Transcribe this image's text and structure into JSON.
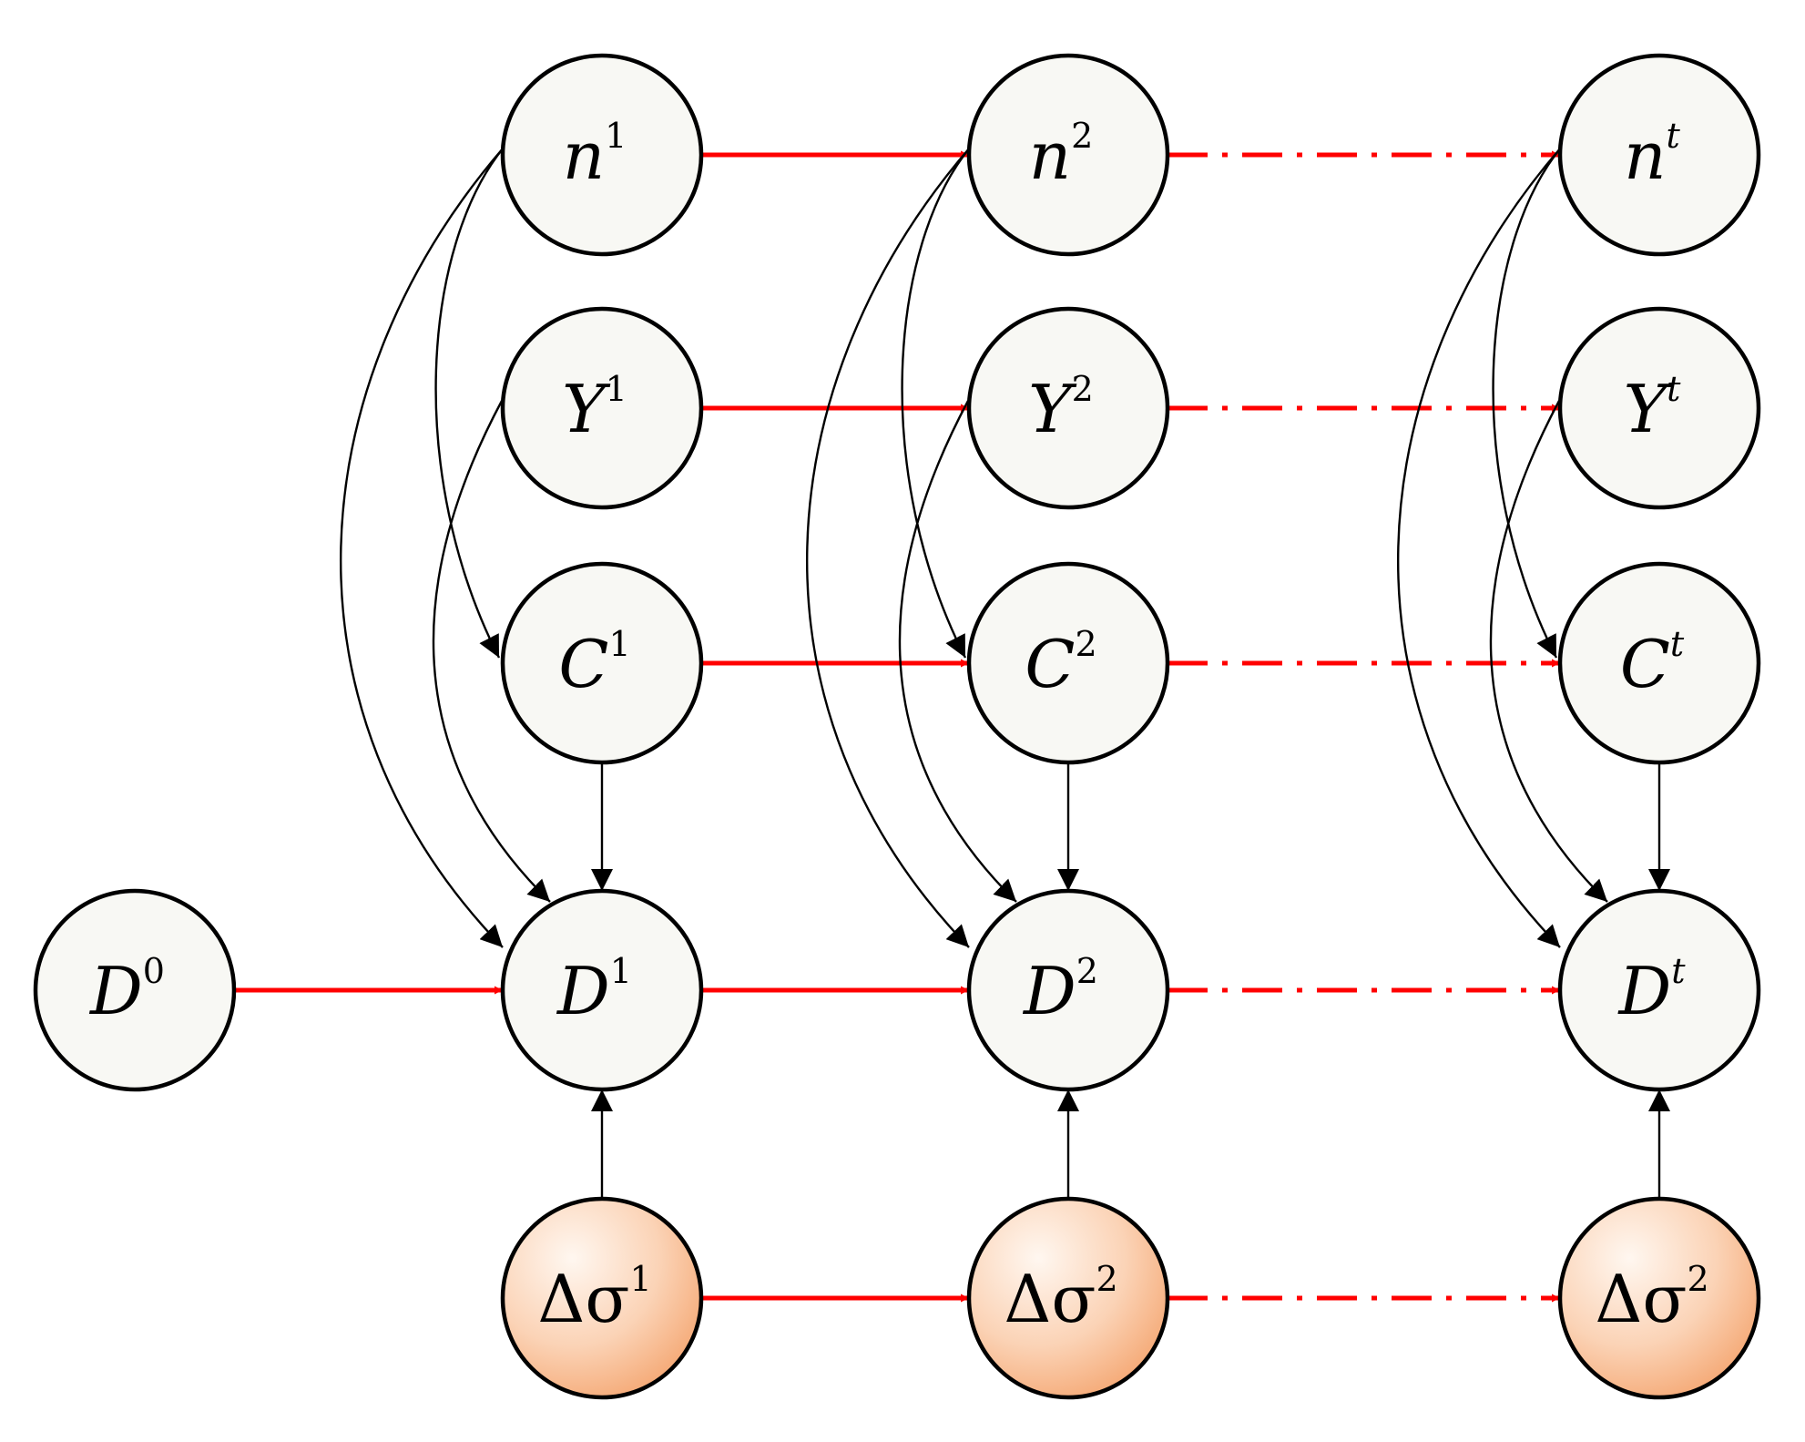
{
  "colors": {
    "node_fill": "#f8f8f4",
    "sigma_fill_light": "#fff7f0",
    "sigma_fill_dark": "#f4a46e",
    "node_stroke": "#000000",
    "temporal_edge": "#ff0000",
    "dependency_edge": "#000000"
  },
  "nodes": [
    {
      "id": "n1",
      "base": "n",
      "sup": "1"
    },
    {
      "id": "n2",
      "base": "n",
      "sup": "2"
    },
    {
      "id": "nt",
      "base": "n",
      "sup": "t"
    },
    {
      "id": "Y1",
      "base": "Y",
      "sup": "1"
    },
    {
      "id": "Y2",
      "base": "Y",
      "sup": "2"
    },
    {
      "id": "Yt",
      "base": "Y",
      "sup": "t"
    },
    {
      "id": "C1",
      "base": "C",
      "sup": "1"
    },
    {
      "id": "C2",
      "base": "C",
      "sup": "2"
    },
    {
      "id": "Ct",
      "base": "C",
      "sup": "t"
    },
    {
      "id": "D0",
      "base": "D",
      "sup": "0"
    },
    {
      "id": "D1",
      "base": "D",
      "sup": "1"
    },
    {
      "id": "D2",
      "base": "D",
      "sup": "2"
    },
    {
      "id": "Dt",
      "base": "D",
      "sup": "t"
    },
    {
      "id": "S1",
      "base": "Δσ",
      "sup": "1"
    },
    {
      "id": "S2",
      "base": "Δσ",
      "sup": "2"
    },
    {
      "id": "St",
      "base": "Δσ",
      "sup": "2"
    }
  ],
  "edges": [
    {
      "from": "n1",
      "to": "n2",
      "kind": "temporal",
      "style": "solid"
    },
    {
      "from": "n2",
      "to": "nt",
      "kind": "temporal",
      "style": "dashdot"
    },
    {
      "from": "Y1",
      "to": "Y2",
      "kind": "temporal",
      "style": "solid"
    },
    {
      "from": "Y2",
      "to": "Yt",
      "kind": "temporal",
      "style": "dashdot"
    },
    {
      "from": "C1",
      "to": "C2",
      "kind": "temporal",
      "style": "solid"
    },
    {
      "from": "C2",
      "to": "Ct",
      "kind": "temporal",
      "style": "dashdot"
    },
    {
      "from": "D0",
      "to": "D1",
      "kind": "temporal",
      "style": "solid"
    },
    {
      "from": "D1",
      "to": "D2",
      "kind": "temporal",
      "style": "solid"
    },
    {
      "from": "D2",
      "to": "Dt",
      "kind": "temporal",
      "style": "dashdot"
    },
    {
      "from": "S1",
      "to": "S2",
      "kind": "temporal",
      "style": "solid"
    },
    {
      "from": "S2",
      "to": "St",
      "kind": "temporal",
      "style": "dashdot"
    },
    {
      "from": "C1",
      "to": "D1",
      "kind": "dependency"
    },
    {
      "from": "C2",
      "to": "D2",
      "kind": "dependency"
    },
    {
      "from": "Ct",
      "to": "Dt",
      "kind": "dependency"
    },
    {
      "from": "S1",
      "to": "D1",
      "kind": "dependency"
    },
    {
      "from": "S2",
      "to": "D2",
      "kind": "dependency"
    },
    {
      "from": "St",
      "to": "Dt",
      "kind": "dependency"
    },
    {
      "from": "n1",
      "to": "C1",
      "kind": "dependency"
    },
    {
      "from": "n2",
      "to": "C2",
      "kind": "dependency"
    },
    {
      "from": "nt",
      "to": "Ct",
      "kind": "dependency"
    },
    {
      "from": "n1",
      "to": "D1",
      "kind": "dependency"
    },
    {
      "from": "n2",
      "to": "D2",
      "kind": "dependency"
    },
    {
      "from": "nt",
      "to": "Dt",
      "kind": "dependency"
    },
    {
      "from": "Y1",
      "to": "D1",
      "kind": "dependency"
    },
    {
      "from": "Y2",
      "to": "D2",
      "kind": "dependency"
    },
    {
      "from": "Yt",
      "to": "Dt",
      "kind": "dependency"
    }
  ]
}
